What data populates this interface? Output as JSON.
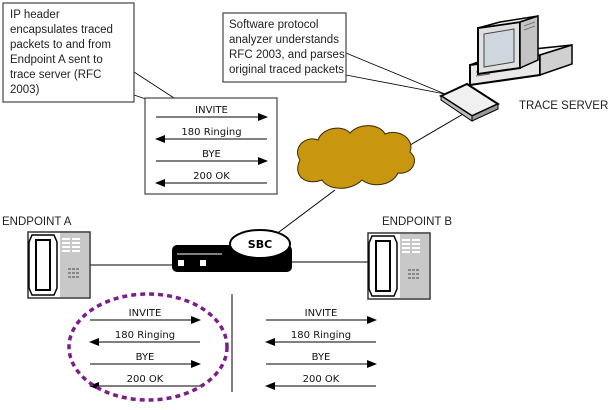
{
  "callouts": {
    "endpoint_a_note": {
      "lines": [
        "IP header",
        "encapsulates traced",
        "packets to and from",
        "Endpoint A sent to",
        "trace server (RFC",
        "2003)"
      ]
    },
    "analyzer_note": {
      "lines": [
        "Software protocol",
        "analyzer understands",
        "RFC 2003, and parses",
        "original  traced packets"
      ]
    }
  },
  "nodes": {
    "trace_server": "TRACE SERVER",
    "endpoint_a": "ENDPOINT A",
    "endpoint_b": "ENDPOINT B",
    "sbc": "SBC"
  },
  "message_flows": {
    "traced": [
      {
        "label": "INVITE",
        "direction": "right"
      },
      {
        "label": "180 Ringing",
        "direction": "left"
      },
      {
        "label": "BYE",
        "direction": "right"
      },
      {
        "label": "200 OK",
        "direction": "left"
      }
    ],
    "endpoint_a_side": [
      {
        "label": "INVITE",
        "direction": "right"
      },
      {
        "label": "180 Ringing",
        "direction": "left"
      },
      {
        "label": "BYE",
        "direction": "right"
      },
      {
        "label": "200 OK",
        "direction": "left"
      }
    ],
    "endpoint_b_side": [
      {
        "label": "INVITE",
        "direction": "right"
      },
      {
        "label": "180 Ringing",
        "direction": "left"
      },
      {
        "label": "BYE",
        "direction": "right"
      },
      {
        "label": "200 OK",
        "direction": "left"
      }
    ]
  },
  "colors": {
    "cloud_fill": "#c8960f",
    "highlight_ellipse": "#7a1f8a",
    "phone_panel": "#c8c8c8"
  }
}
